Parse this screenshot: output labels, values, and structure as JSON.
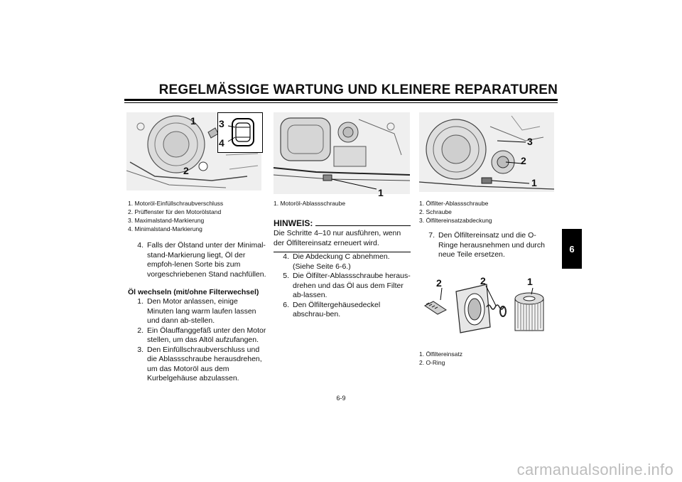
{
  "header": {
    "title": "REGELMÄSSIGE WARTUNG UND KLEINERE REPARATUREN"
  },
  "chapter_tab": "6",
  "figure1": {
    "callouts": [
      "1",
      "2",
      "3",
      "4"
    ],
    "captions": [
      "1. Motoröl-Einfüllschraubverschluss",
      "2. Prüffenster für den Motorölstand",
      "3. Maximalstand-Markierung",
      "4. Minimalstand-Markierung"
    ]
  },
  "col1": {
    "step4": {
      "num": "4.",
      "text": "Falls der Ölstand unter der Minimal-stand-Markierung liegt, Öl der empfoh-lenen Sorte bis zum vorgeschriebenen Stand nachfüllen."
    },
    "heading": "Öl wechseln (mit/ohne Filterwechsel)",
    "steps": [
      {
        "num": "1.",
        "text": "Den Motor anlassen, einige Minuten lang warm laufen lassen und dann ab-stellen."
      },
      {
        "num": "2.",
        "text": "Ein Ölauffanggefäß unter den Motor stellen, um das Altöl aufzufangen."
      },
      {
        "num": "3.",
        "text": "Den Einfüllschraubverschluss und die Ablassschraube herausdrehen, um das Motoröl aus dem Kurbelgehäuse abzulassen."
      }
    ]
  },
  "figure2": {
    "callouts": [
      "1"
    ],
    "captions": [
      "1. Motoröl-Ablassschraube"
    ]
  },
  "col2": {
    "note_label": "HINWEIS:",
    "note_text": "Die Schritte 4–10 nur ausführen, wenn der Ölfiltereinsatz erneuert wird.",
    "steps": [
      {
        "num": "4.",
        "text": "Die Abdeckung C abnehmen. (Siehe Seite 6-6.)"
      },
      {
        "num": "5.",
        "text": "Die Ölfilter-Ablassschraube heraus-drehen und das Öl aus dem Filter ab-lassen."
      },
      {
        "num": "6.",
        "text": "Den Ölfiltergehäusedeckel abschrau-ben."
      }
    ]
  },
  "figure3": {
    "callouts": [
      "3",
      "2",
      "1"
    ],
    "captions": [
      "1. Ölfilter-Ablassschraube",
      "2. Schraube",
      "3. Ölfiltereinsatzabdeckung"
    ]
  },
  "col3": {
    "step7": {
      "num": "7.",
      "text": "Den Ölfiltereinsatz und die O-Ringe herausnehmen und durch neue Teile ersetzen."
    }
  },
  "figure4": {
    "callouts": [
      "2",
      "2",
      "1"
    ],
    "captions": [
      "1. Ölfiltereinsatz",
      "2. O-Ring"
    ]
  },
  "footer": {
    "page_number": "6-9",
    "watermark": "carmanualsonline.info"
  }
}
